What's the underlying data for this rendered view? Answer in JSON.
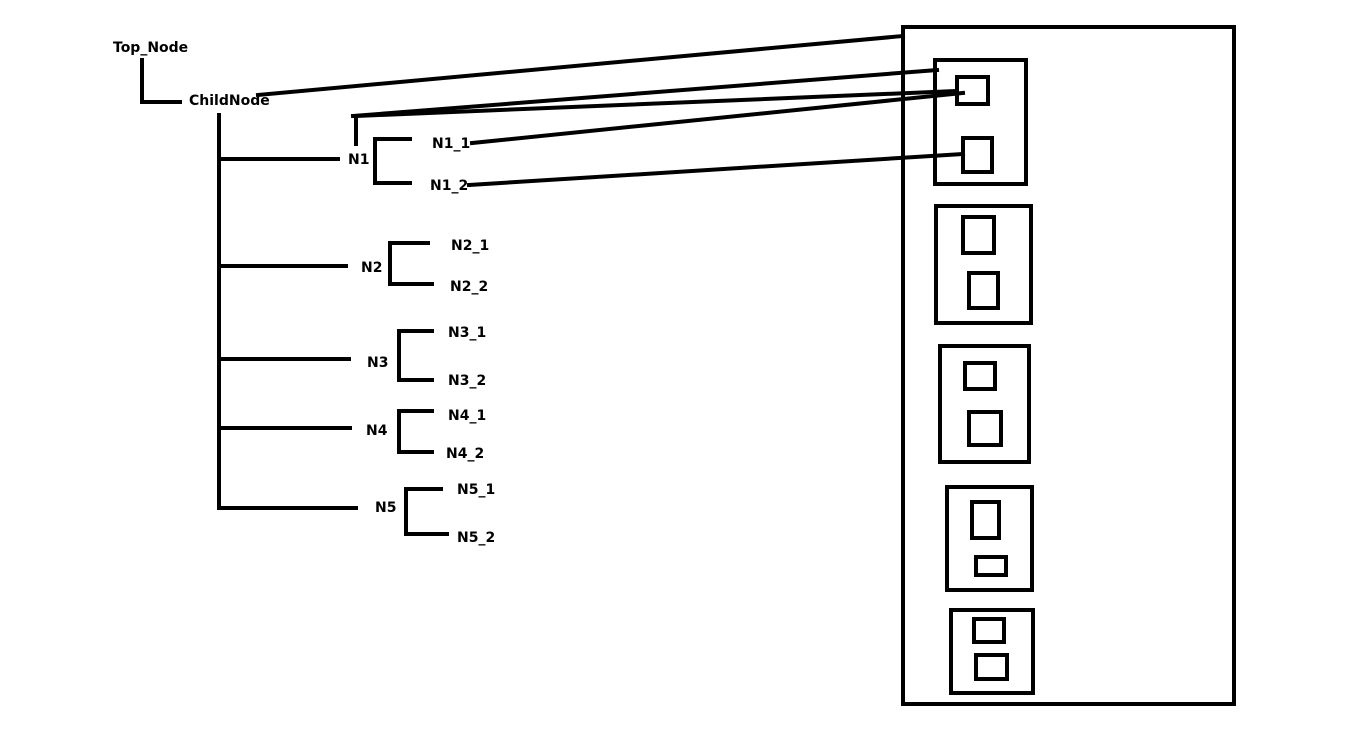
{
  "colors": {
    "ink": "#000000",
    "background": "#ffffff"
  },
  "tree": {
    "root_label": "Top_Node",
    "child_label": "ChildNode",
    "nodes": [
      {
        "label": "N1",
        "children": [
          "N1_1",
          "N1_2"
        ]
      },
      {
        "label": "N2",
        "children": [
          "N2_1",
          "N2_2"
        ]
      },
      {
        "label": "N3",
        "children": [
          "N3_1",
          "N3_2"
        ]
      },
      {
        "label": "N4",
        "children": [
          "N4_1",
          "N4_2"
        ]
      },
      {
        "label": "N5",
        "children": [
          "N5_1",
          "N5_2"
        ]
      }
    ]
  },
  "panel": {
    "groups": 5,
    "items_per_group": 2
  }
}
